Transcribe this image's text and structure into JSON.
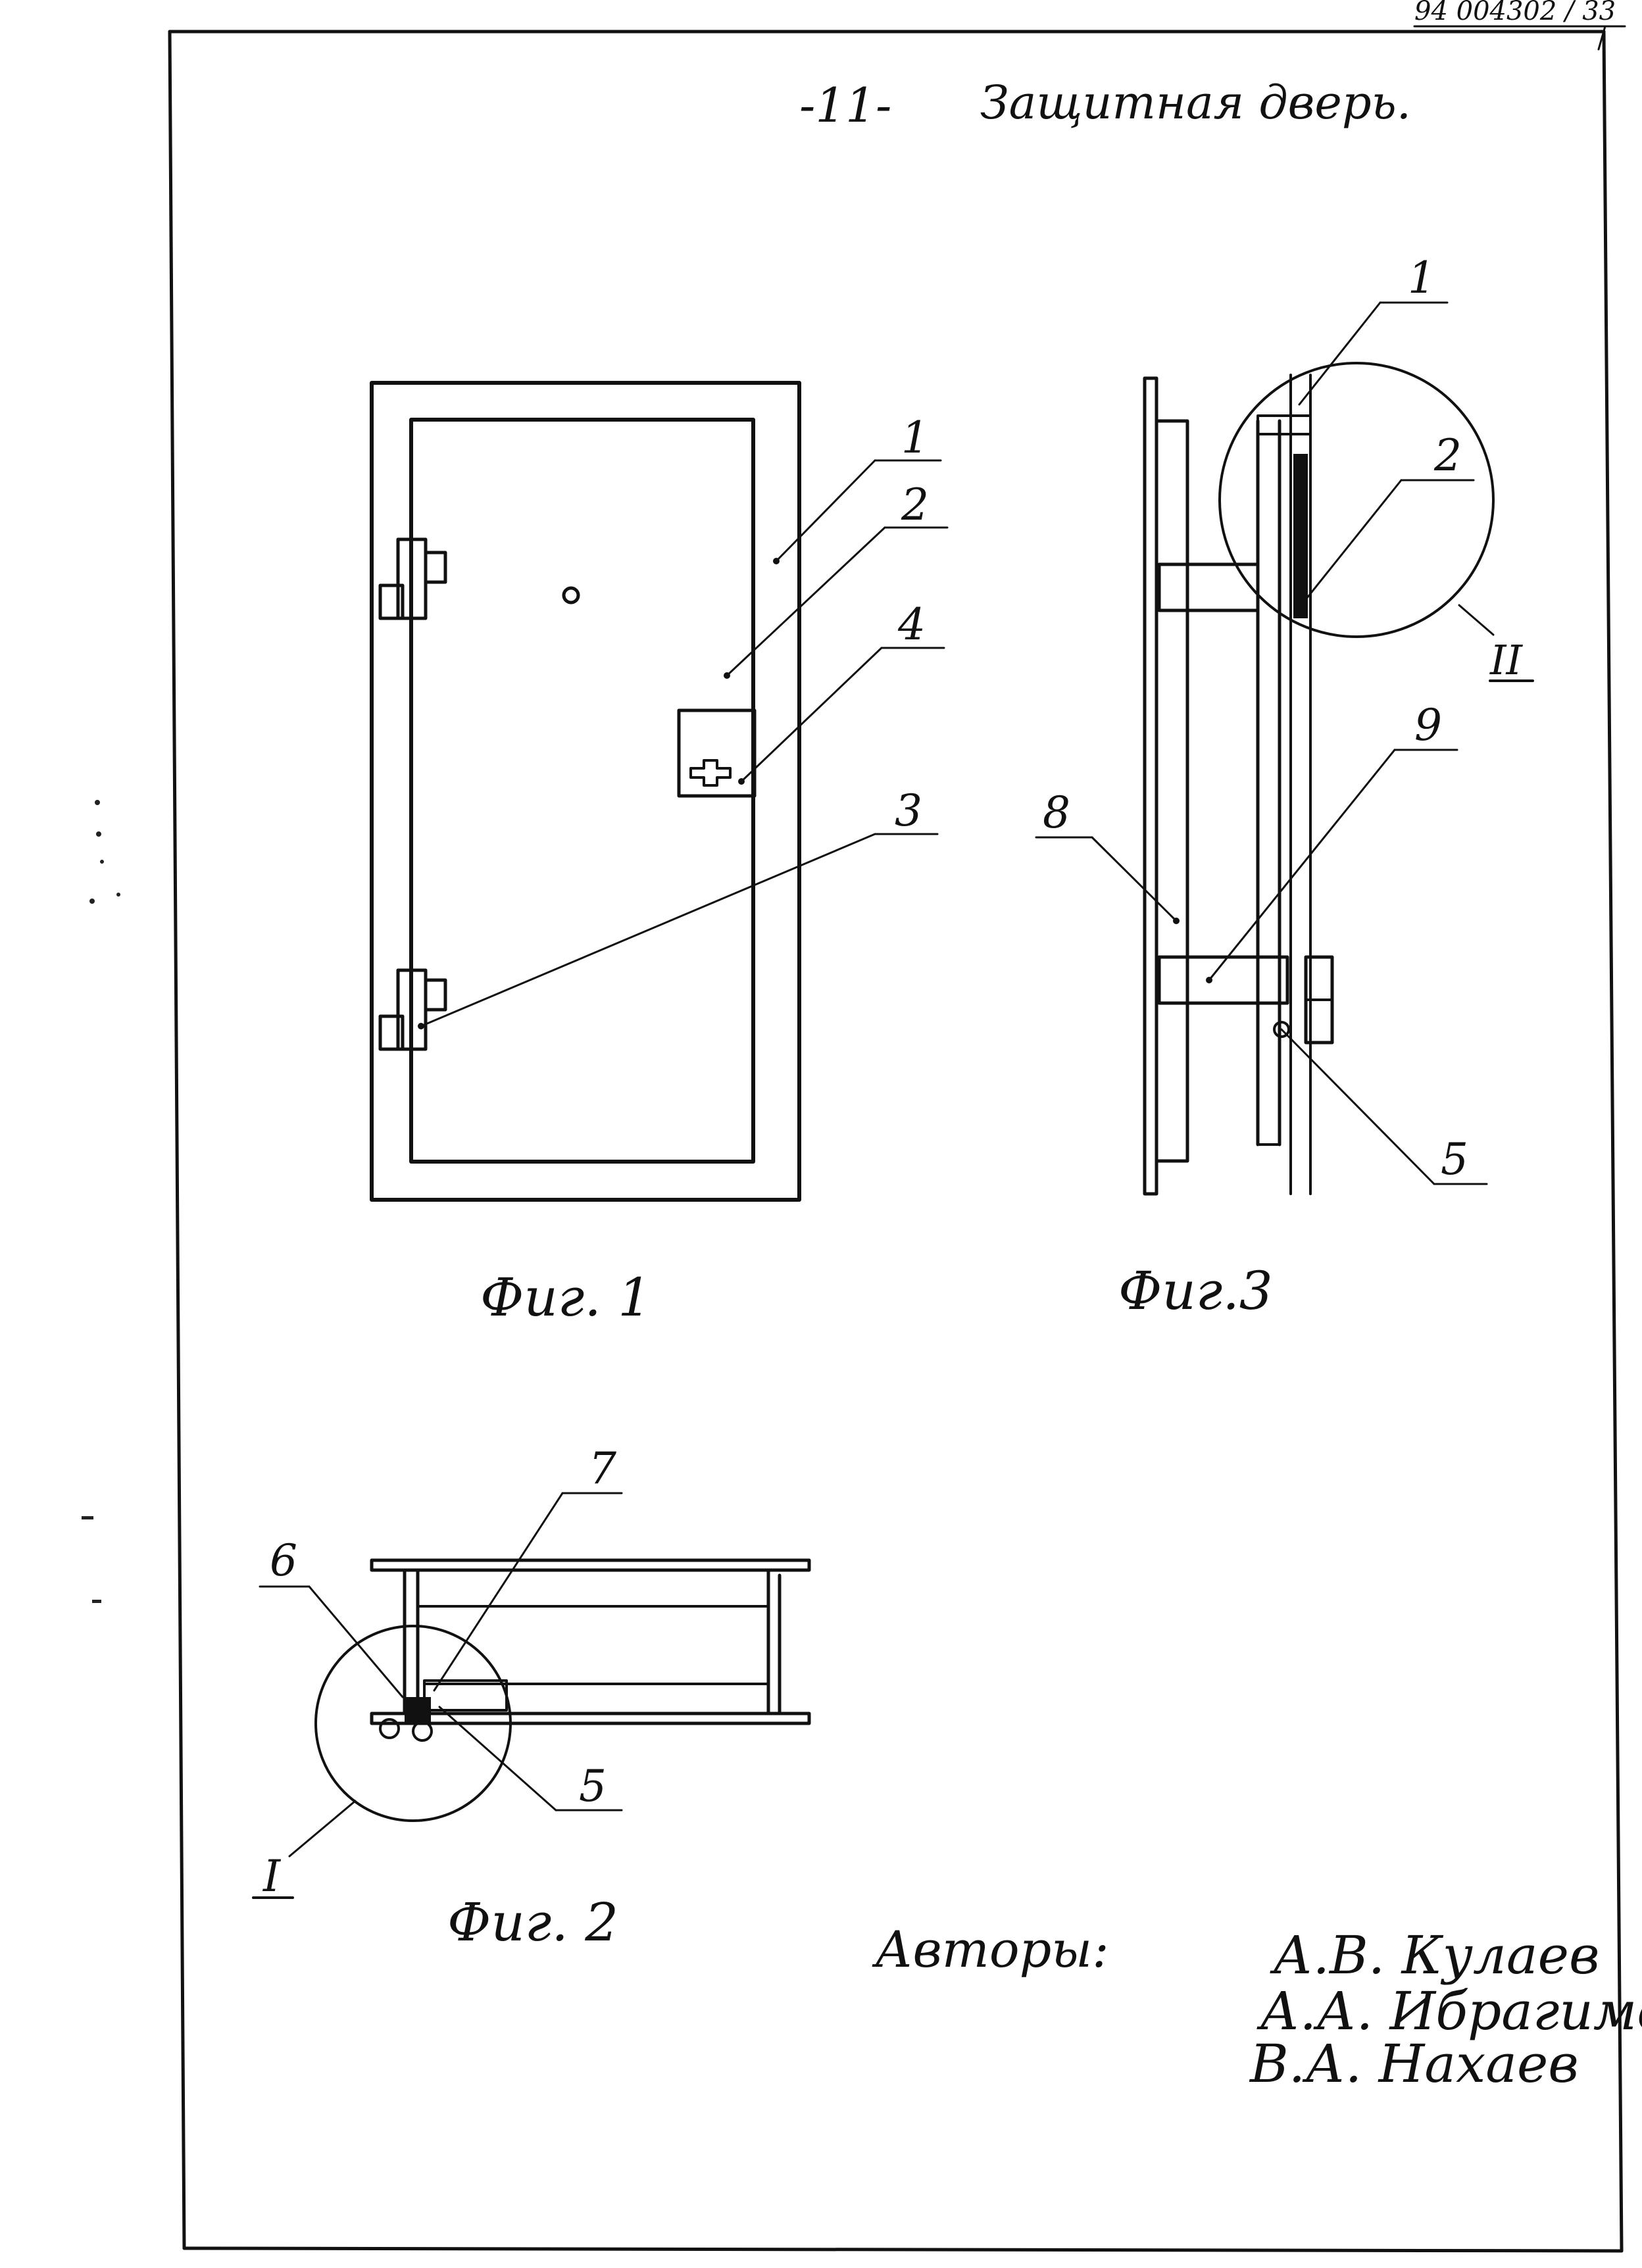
{
  "header": {
    "doc_number": "94 004302 / 33",
    "page_label": "-11-",
    "title": "Защитная дверь."
  },
  "figures": {
    "fig1": {
      "caption": "Фиг. 1",
      "callouts": [
        "1",
        "2",
        "4",
        "3"
      ]
    },
    "fig3": {
      "caption": "Фиг.3",
      "callouts": [
        "1",
        "2",
        "9",
        "8",
        "5"
      ],
      "detail_label": "II"
    },
    "fig2": {
      "caption": "Фиг. 2",
      "callouts": [
        "7",
        "6",
        "5"
      ],
      "detail_label": "I"
    }
  },
  "authors": {
    "label": "Авторы:",
    "names": [
      "А.В. Кулаев",
      "А.А. Ибрагимов",
      "В.А. Нахаев"
    ]
  }
}
